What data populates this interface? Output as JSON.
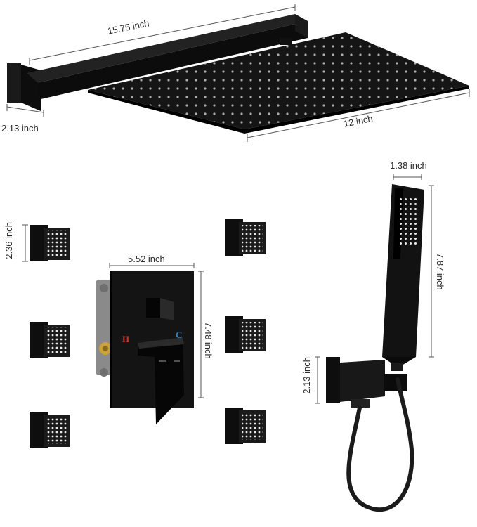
{
  "dimensions": {
    "arm_length": "15.75 inch",
    "arm_flange": "2.13 inch",
    "rain_head_width": "12 inch",
    "body_jet_height": "2.36 inch",
    "valve_plate_width": "5.52 inch",
    "valve_plate_height": "7.48 inch",
    "handheld_width": "1.38 inch",
    "handheld_height": "7.87 inch",
    "holder_height": "2.13 inch"
  },
  "valve_labels": {
    "hot": "H",
    "cold": "C"
  },
  "colors": {
    "product": "#111111",
    "hot": "#c0392b",
    "cold": "#2e86c1",
    "dimension_line": "#555555",
    "nozzle": "#e9e9e9"
  }
}
